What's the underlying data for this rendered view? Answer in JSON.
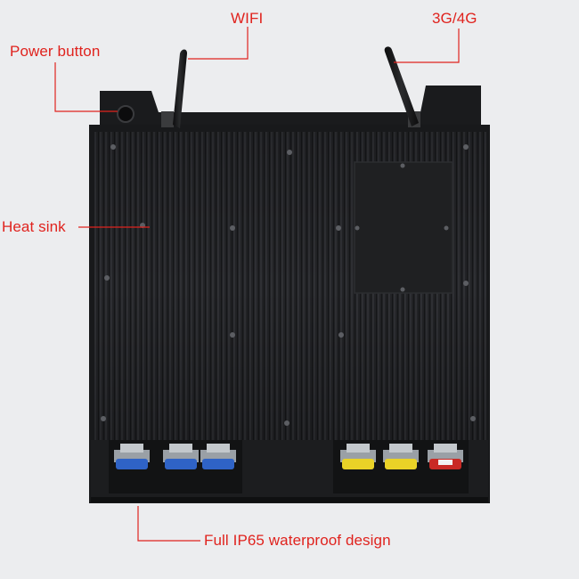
{
  "labels": {
    "wifi": "WIFI",
    "cellular": "3G/4G",
    "power_button": "Power button",
    "heat_sink": "Heat sink",
    "waterproof": "Full IP65 waterproof design"
  },
  "colors": {
    "callout": "#e0231e",
    "background": "#ecedef",
    "body": "#1b1c1e",
    "connector_blue": "#2f63c6",
    "connector_yellow": "#e9d227",
    "connector_red": "#c92a25"
  },
  "connectors": [
    {
      "color": "blue"
    },
    {
      "color": "blue"
    },
    {
      "color": "blue"
    },
    {
      "color": "yellow"
    },
    {
      "color": "yellow"
    },
    {
      "color": "red"
    }
  ]
}
